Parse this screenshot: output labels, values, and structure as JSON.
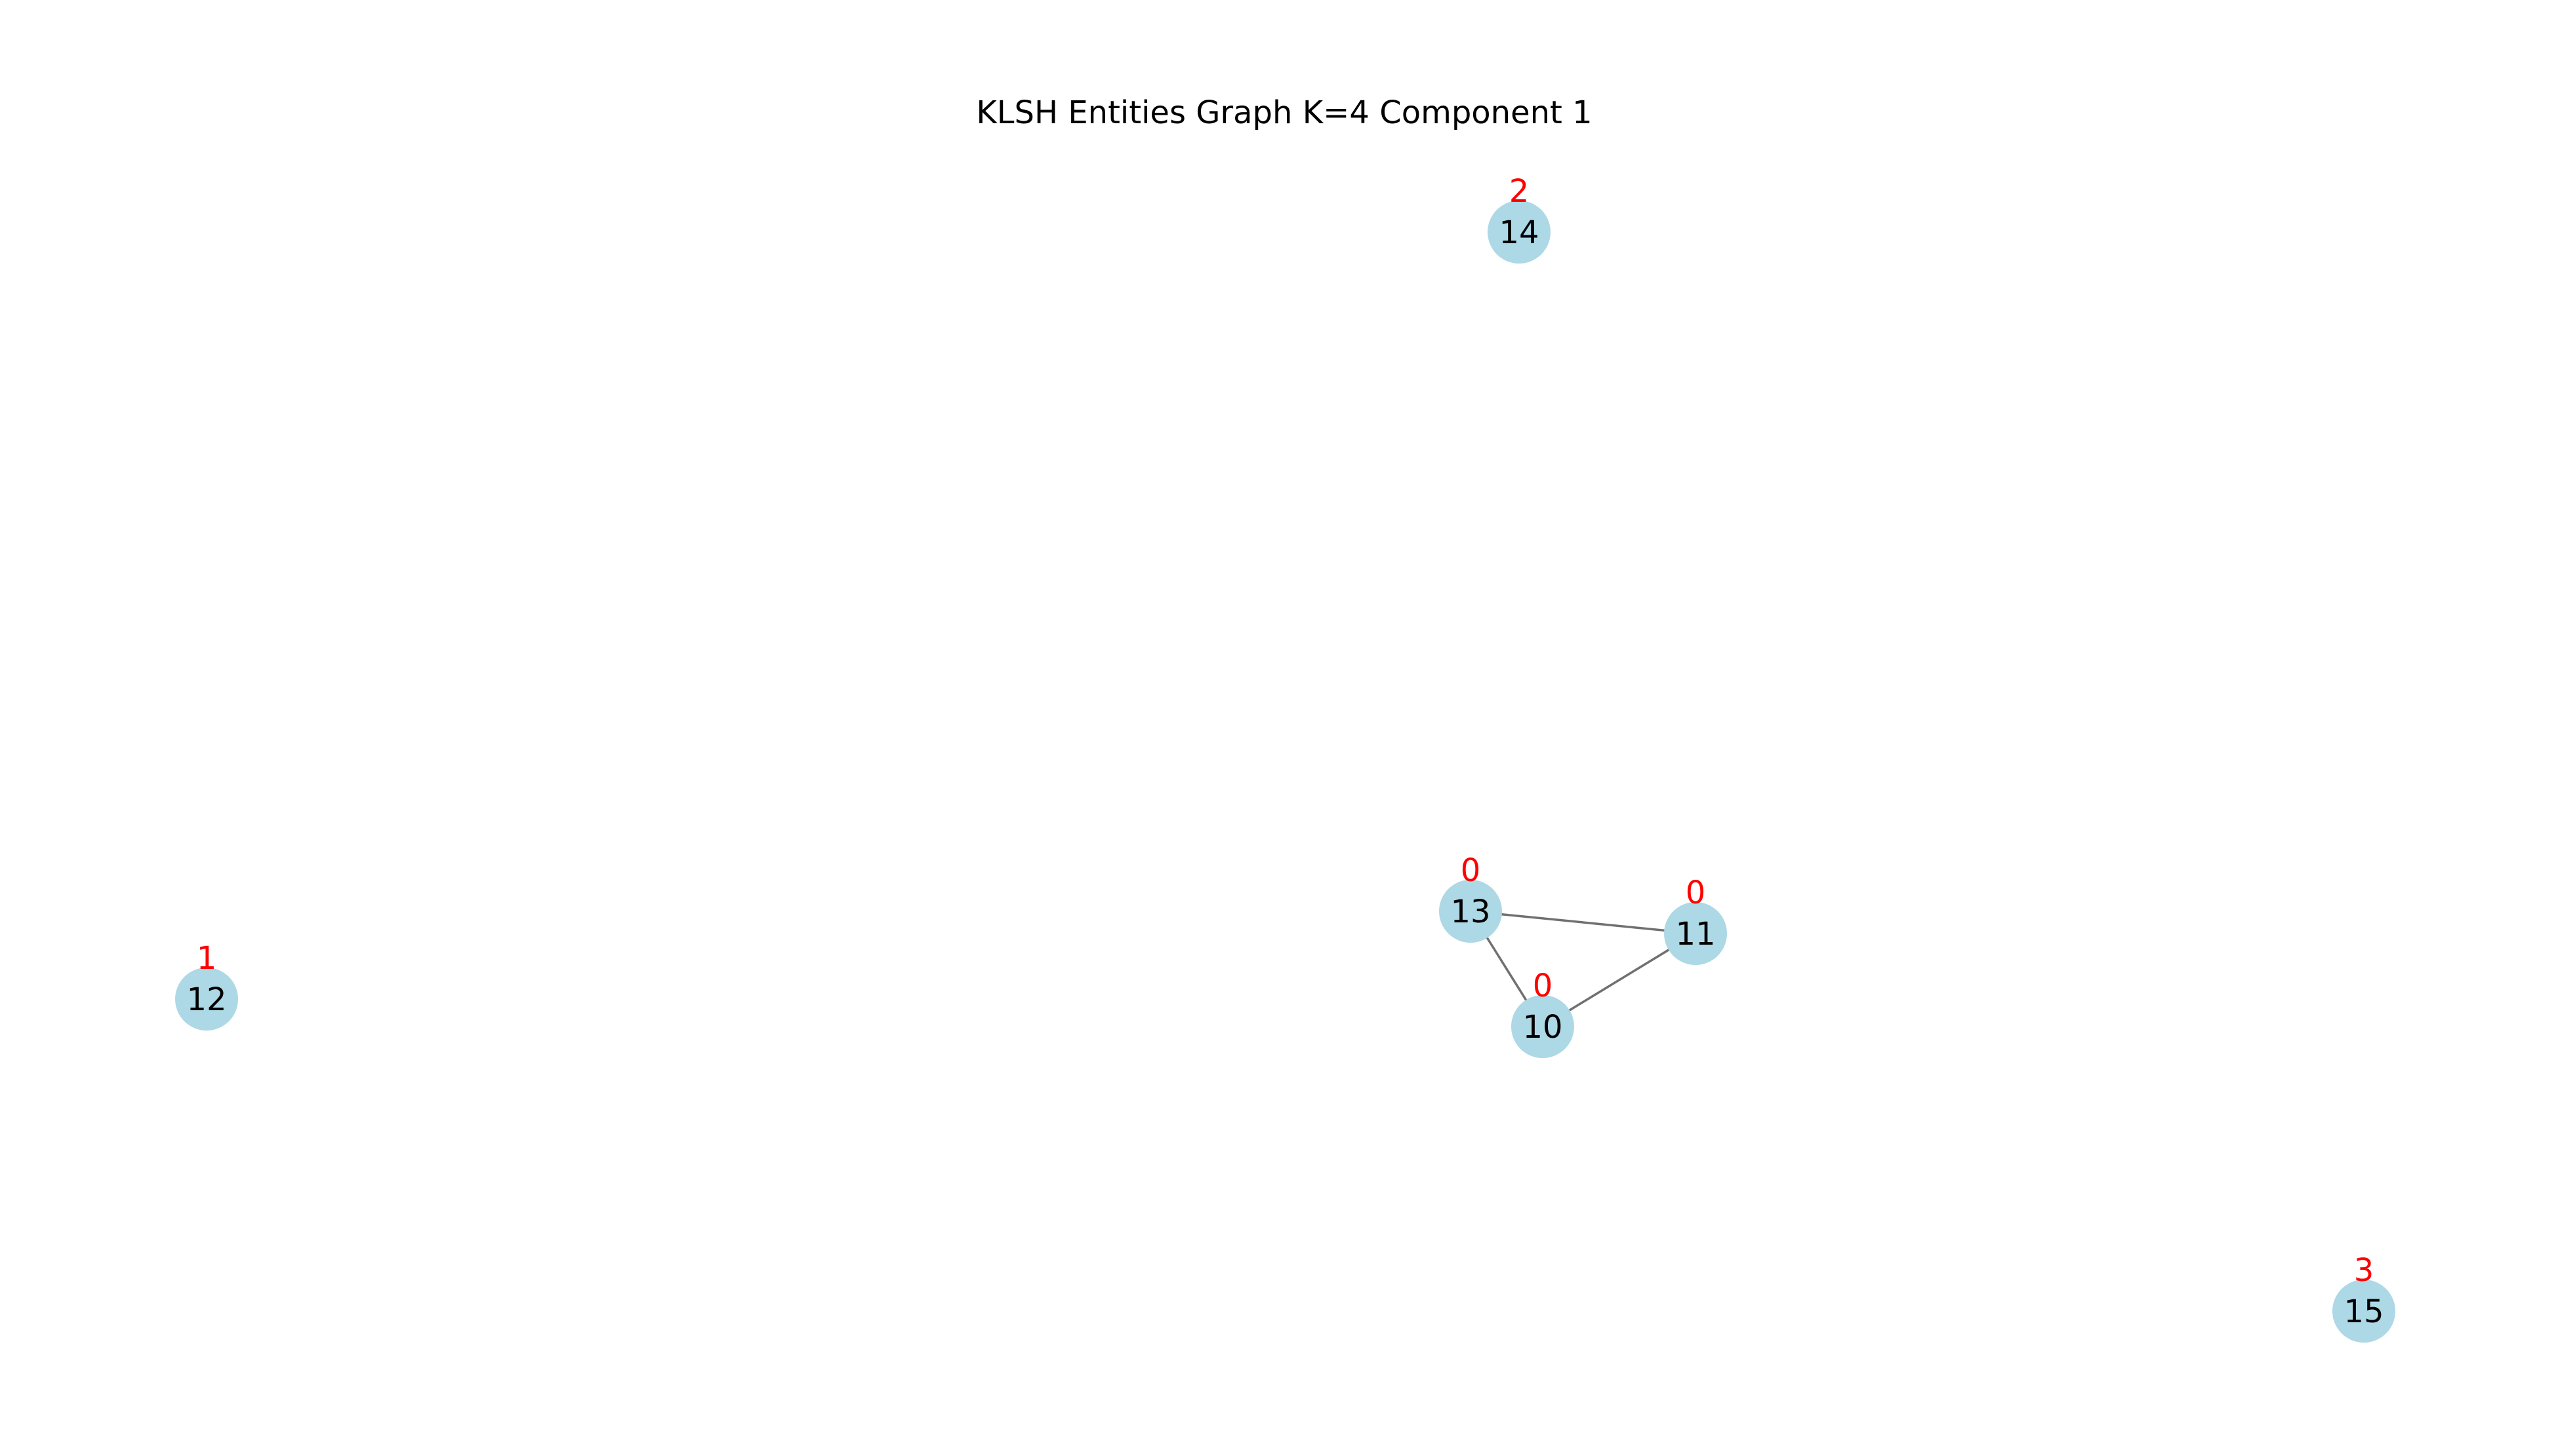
{
  "title": "KLSH Entities Graph K=4 Component 1",
  "colors": {
    "node_fill": "#add8e6",
    "edge": "#707070",
    "cluster_label": "#ff0000",
    "node_label": "#000000"
  },
  "nodes": [
    {
      "id": "10",
      "cluster": "0"
    },
    {
      "id": "11",
      "cluster": "0"
    },
    {
      "id": "12",
      "cluster": "1"
    },
    {
      "id": "13",
      "cluster": "0"
    },
    {
      "id": "14",
      "cluster": "2"
    },
    {
      "id": "15",
      "cluster": "3"
    }
  ],
  "edges": [
    {
      "source": "13",
      "target": "11"
    },
    {
      "source": "13",
      "target": "10"
    },
    {
      "source": "10",
      "target": "11"
    }
  ]
}
